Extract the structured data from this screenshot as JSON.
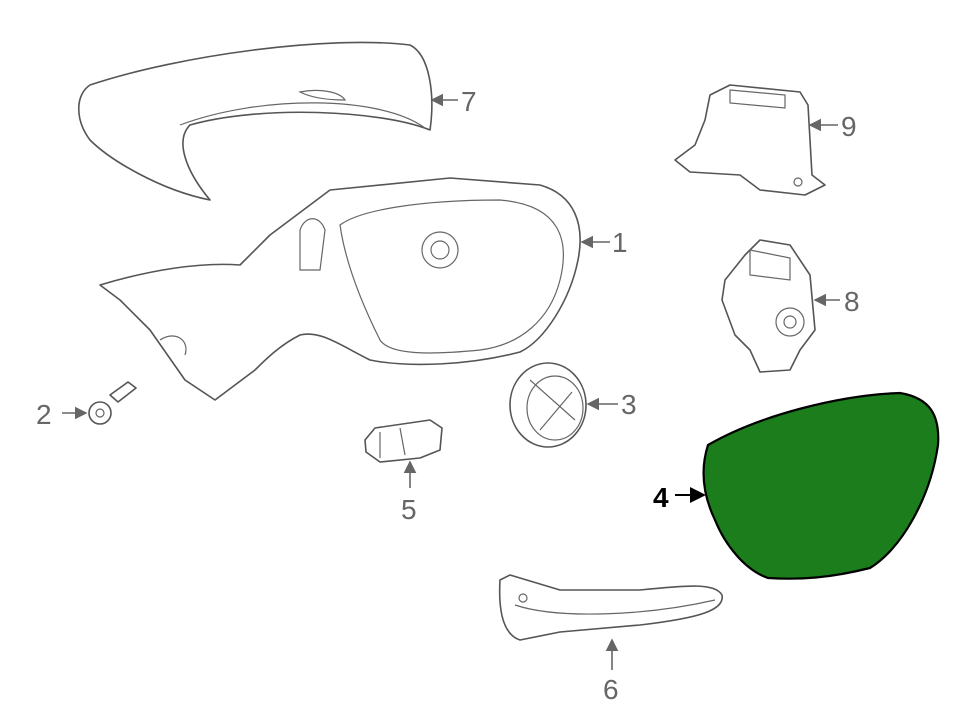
{
  "diagram": {
    "highlight_color": "#1c7d1c",
    "callouts": [
      {
        "id": "1",
        "label": "1"
      },
      {
        "id": "2",
        "label": "2"
      },
      {
        "id": "3",
        "label": "3"
      },
      {
        "id": "4",
        "label": "4",
        "highlighted": true
      },
      {
        "id": "5",
        "label": "5"
      },
      {
        "id": "6",
        "label": "6"
      },
      {
        "id": "7",
        "label": "7"
      },
      {
        "id": "8",
        "label": "8"
      },
      {
        "id": "9",
        "label": "9"
      }
    ]
  }
}
